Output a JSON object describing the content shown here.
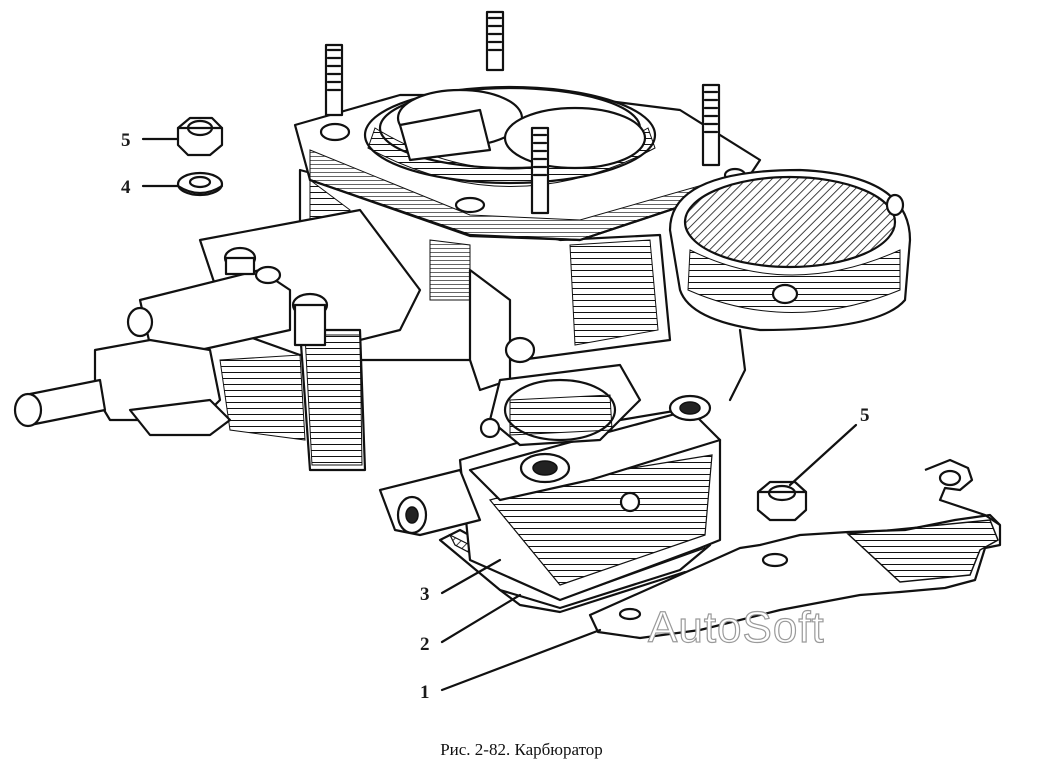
{
  "figure": {
    "caption": "Рис. 2-82. Карбюратор",
    "watermark": "AutoSoft"
  },
  "callouts": [
    {
      "id": "5a",
      "text": "5"
    },
    {
      "id": "4",
      "text": "4"
    },
    {
      "id": "5b",
      "text": "5"
    },
    {
      "id": "3",
      "text": "3"
    },
    {
      "id": "2",
      "text": "2"
    },
    {
      "id": "1",
      "text": "1"
    }
  ]
}
